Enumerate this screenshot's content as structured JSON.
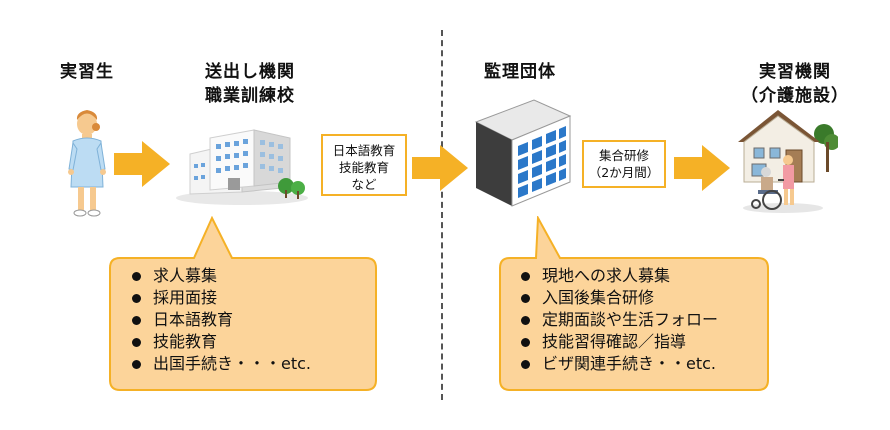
{
  "titles": {
    "trainee": "実習生",
    "sending_org_line1": "送出し機関",
    "sending_org_line2": "職業訓練校",
    "supervising_org": "監理団体",
    "implementing_org_line1": "実習機関",
    "implementing_org_line2": "（介護施設）"
  },
  "label_box_1": {
    "line1": "日本語教育",
    "line2": "技能教育",
    "line3": "など"
  },
  "label_box_2": {
    "line1": "集合研修",
    "line2": "（2か月間）"
  },
  "callout_left": {
    "items": [
      "求人募集",
      "採用面接",
      "日本語教育",
      "技能教育",
      "出国手続き・・・etc."
    ]
  },
  "callout_right": {
    "items": [
      "現地への求人募集",
      "入国後集合研修",
      "定期面談や生活フォロー",
      "技能習得確認／指導",
      "ビザ関連手続き・・etc."
    ]
  },
  "colors": {
    "arrow": "#f5b126",
    "callout_fill": "#fcd49a",
    "callout_stroke": "#f5b126",
    "divider": "#555555"
  }
}
